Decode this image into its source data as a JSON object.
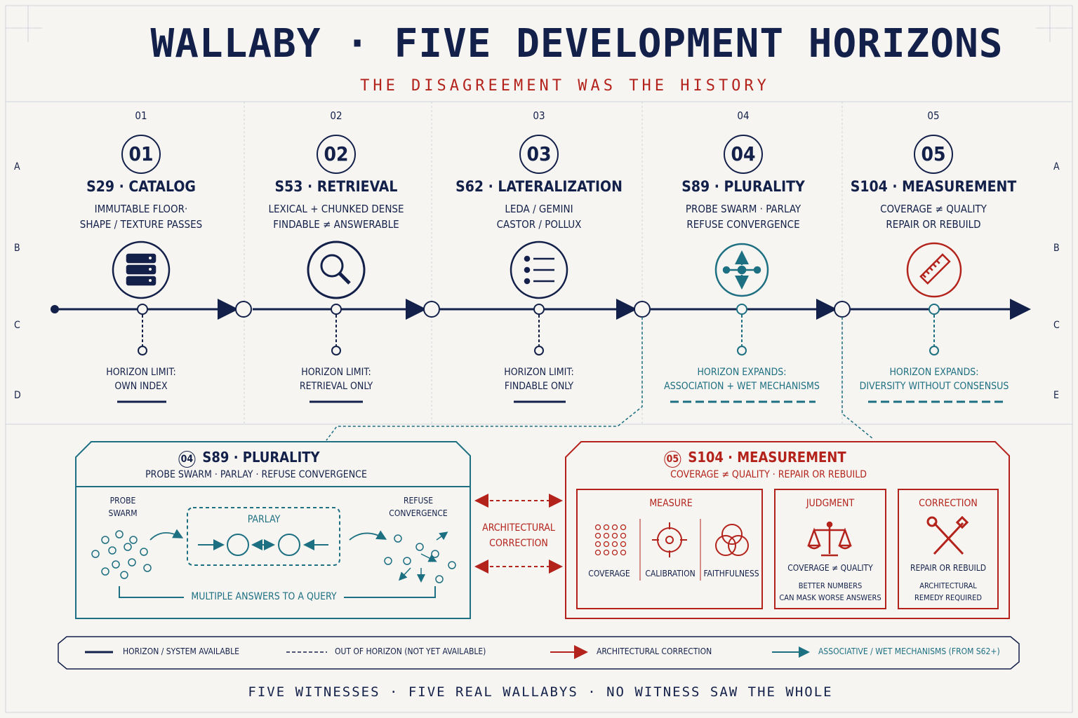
{
  "title": "WALLABY · FIVE DEVELOPMENT HORIZONS",
  "subtitle": "THE DISAGREEMENT WAS THE HISTORY",
  "grid_rows_left": [
    "A",
    "B",
    "C",
    "D"
  ],
  "grid_rows_right": [
    "A",
    "B",
    "C",
    "E"
  ],
  "horizons": [
    {
      "col": "01",
      "num": "01",
      "name": "S29 · CATALOG",
      "desc1": "IMMUTABLE FLOOR·",
      "desc2": "SHAPE / TEXTURE PASSES",
      "icon": "server-stack-icon",
      "limit1": "HORIZON LIMIT:",
      "limit2": "OWN INDEX"
    },
    {
      "col": "02",
      "num": "02",
      "name": "S53 · RETRIEVAL",
      "desc1": "LEXICAL + CHUNKED DENSE",
      "desc2": "FINDABLE ≠ ANSWERABLE",
      "icon": "magnifier-icon",
      "limit1": "HORIZON LIMIT:",
      "limit2": "RETRIEVAL ONLY"
    },
    {
      "col": "03",
      "num": "03",
      "name": "S62 · LATERALIZATION",
      "desc1": "LEDA / GEMINI",
      "desc2": "CASTOR / POLLUX",
      "icon": "bullet-list-icon",
      "limit1": "HORIZON LIMIT:",
      "limit2": "FINDABLE ONLY"
    },
    {
      "col": "04",
      "num": "04",
      "name": "S89 · PLURALITY",
      "desc1": "PROBE SWARM · PARLAY",
      "desc2": "REFUSE CONVERGENCE",
      "icon": "network-arrows-icon",
      "limit1": "HORIZON EXPANDS:",
      "limit2": "ASSOCIATION + WET MECHANISMS"
    },
    {
      "col": "05",
      "num": "05",
      "name": "S104 · MEASUREMENT",
      "desc1": "COVERAGE ≠ QUALITY",
      "desc2": "REPAIR OR REBUILD",
      "icon": "ruler-icon",
      "limit1": "HORIZON EXPANDS:",
      "limit2": "DIVERSITY WITHOUT CONSENSUS"
    }
  ],
  "plurality_panel": {
    "num": "04",
    "title": "S89 · PLURALITY",
    "subtitle": "PROBE SWARM · PARLAY · REFUSE CONVERGENCE",
    "probe_swarm": "PROBE\nSWARM",
    "parlay": "PARLAY",
    "refuse": "REFUSE\nCONVERGENCE",
    "caption": "MULTIPLE ANSWERS TO A QUERY"
  },
  "correction_link": "ARCHITECTURAL\nCORRECTION",
  "measurement_panel": {
    "num": "05",
    "title": "S104 · MEASUREMENT",
    "subtitle": "COVERAGE ≠ QUALITY · REPAIR OR REBUILD",
    "measure": {
      "title": "MEASURE",
      "items": [
        "COVERAGE",
        "CALIBRATION",
        "FAITHFULNESS"
      ]
    },
    "judgment": {
      "title": "JUDGMENT",
      "line1": "COVERAGE ≠ QUALITY",
      "line2": "BETTER NUMBERS",
      "line3": "CAN MASK WORSE ANSWERS"
    },
    "correction": {
      "title": "CORRECTION",
      "line1": "REPAIR OR REBUILD",
      "line2": "ARCHITECTURAL",
      "line3": "REMEDY REQUIRED"
    }
  },
  "legend": [
    {
      "label": "HORIZON / SYSTEM AVAILABLE",
      "color": "#13214a"
    },
    {
      "label": "OUT OF HORIZON (NOT YET AVAILABLE)",
      "color": "#13214a"
    },
    {
      "label": "ARCHITECTURAL CORRECTION",
      "color": "#b3231c"
    },
    {
      "label": "ASSOCIATIVE / WET MECHANISMS (FROM S62+)",
      "color": "#1d6f82"
    }
  ],
  "footer": "FIVE WITNESSES · FIVE REAL WALLABYS · NO WITNESS SAW THE WHOLE",
  "colors": {
    "navy": "#13214a",
    "red": "#b3231c",
    "teal": "#1d6f82",
    "paper": "#f7f5f1"
  }
}
